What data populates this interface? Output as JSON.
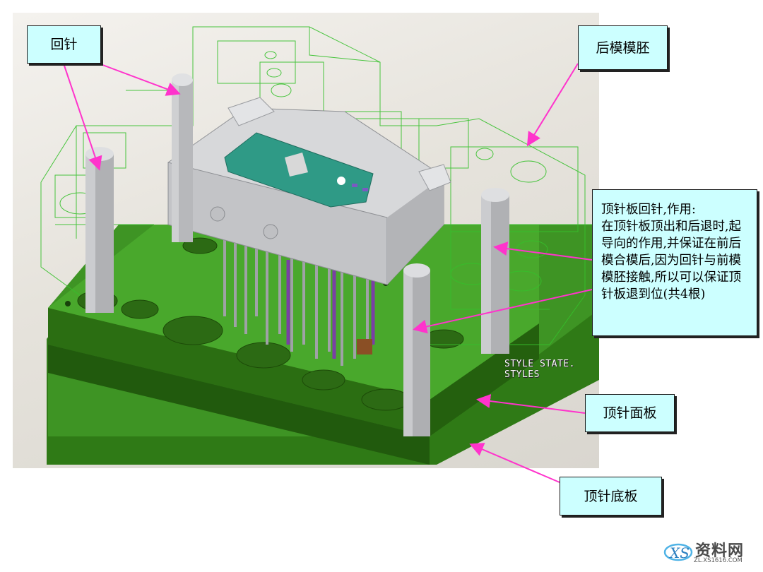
{
  "labels": {
    "return_pin": "回针",
    "rear_mold_blank": "后模模胚",
    "ejector_return_pin_desc": "顶针板回针,作用:\n在顶针板顶出和后退时,起导向的作用,并保证在前后模合模后,因为回针与前模模胚接触,所以可以保证顶针板退到位(共4根)",
    "ejector_face_plate": "顶针面板",
    "ejector_bottom_plate": "顶针底板"
  },
  "cad_overlay": {
    "style_state": "STYLE STATE. STYLES"
  },
  "watermark": {
    "name": "资料网",
    "site": "ZL.XS1616.COM"
  },
  "colors": {
    "label_fill": "#ccffff",
    "arrow": "#ff33cc",
    "plate_green": "#3a8a1f",
    "wire_green": "#33cc33",
    "pcb_teal": "#2f9a86"
  }
}
